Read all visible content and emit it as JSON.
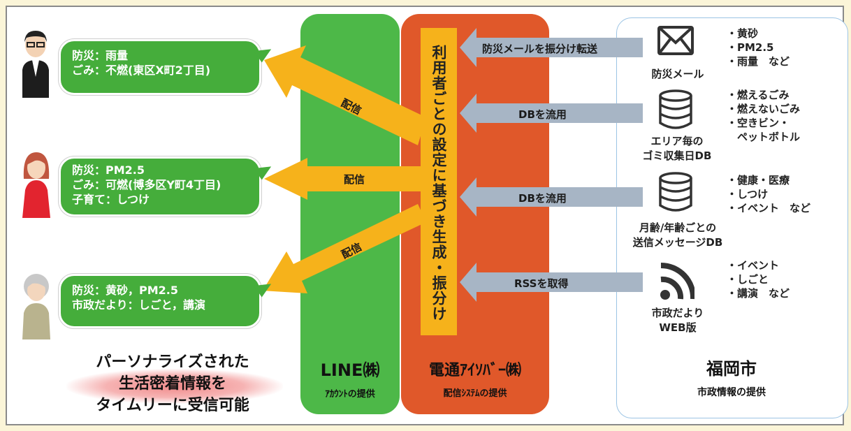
{
  "users": [
    {
      "lines": [
        "防災：雨量",
        "ごみ：不燃(東区X町2丁目)"
      ]
    },
    {
      "lines": [
        "防災：PM2.5",
        "ごみ：可燃(博多区Y町4丁目)",
        "子育て：しつけ"
      ]
    },
    {
      "lines": [
        "防災：黄砂，PM2.5",
        "市政だより：しごと，講演"
      ]
    }
  ],
  "deliver_label": "配信",
  "summary_lines": [
    "パーソナライズされた",
    "生活密着情報を",
    "タイムリーに受信可能"
  ],
  "line_column": {
    "title": "LINE㈱",
    "subtitle": "ｱｶｳﾝﾄの提供"
  },
  "dentsu_column": {
    "title": "電通ｱｲｿﾊﾞｰ㈱",
    "subtitle": "配信ｼｽﾃﾑの提供",
    "process_text": "利用者ごとの設定に基づき生成・振分け"
  },
  "city_column": {
    "title": "福岡市",
    "subtitle": "市政情報の提供"
  },
  "flows": [
    {
      "arrow_label": "防災メールを振分け転送",
      "source_icon": "mail-icon",
      "source_lines": [
        "防災メール"
      ],
      "items": [
        "・黄砂",
        "・PM2.5",
        "・雨量　など"
      ]
    },
    {
      "arrow_label": "DBを流用",
      "source_icon": "database-icon",
      "source_lines": [
        "エリア毎の",
        "ゴミ収集日DB"
      ],
      "items": [
        "・燃えるごみ",
        "・燃えないごみ",
        "・空きビン・",
        "　ペットボトル"
      ]
    },
    {
      "arrow_label": "DBを流用",
      "source_icon": "database-icon",
      "source_lines": [
        "月齢/年齢ごとの",
        "送信メッセージDB"
      ],
      "items": [
        "・健康・医療",
        "・しつけ",
        "・イベント　など"
      ]
    },
    {
      "arrow_label": "RSSを取得",
      "source_icon": "rss-icon",
      "source_lines": [
        "市政だより",
        "WEB版"
      ],
      "items": [
        "・イベント",
        "・しごと",
        "・講演　など"
      ]
    }
  ],
  "colors": {
    "green": "#45ad3b",
    "orange": "#e0582a",
    "yellow": "#f6b21b",
    "gray_arrow": "#a7b5c5",
    "city_border": "#9cc4e4"
  }
}
